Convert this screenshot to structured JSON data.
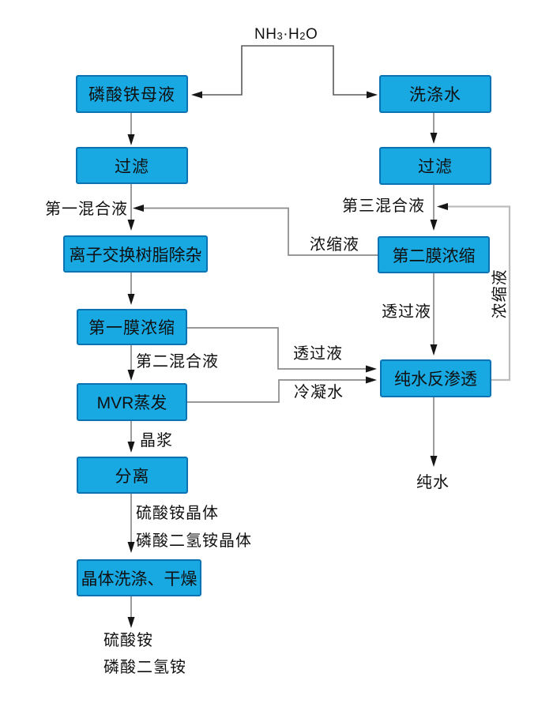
{
  "colors": {
    "background": "#ffffff",
    "box_fill": "#18a8e2",
    "box_border": "#0c73b2",
    "text": "#101010",
    "line": "#8a8a8a",
    "line_dark": "#5a5a5a",
    "line_light": "#bdbdbd",
    "arrow": "#161616"
  },
  "formula": {
    "prefix": "NH",
    "sub1": "3",
    "mid": "·H",
    "sub2": "2",
    "suffix": "O"
  },
  "boxes": {
    "fe_mother_liquor": "磷酸铁母液",
    "filter_left": "过滤",
    "ion_exchange": "离子交换树脂除杂",
    "membrane1": "第一膜浓缩",
    "mvr": "MVR蒸发",
    "separation": "分离",
    "crystal_wash_dry": "晶体洗涤、干燥",
    "wash_water": "洗涤水",
    "filter_right": "过滤",
    "membrane2": "第二膜浓缩",
    "ro": "纯水反渗透"
  },
  "labels": {
    "mix1": "第一混合液",
    "mix2": "第二混合液",
    "mix3": "第三混合液",
    "concentrate_left": "浓缩液",
    "concentrate_right": "浓缩液",
    "permeate_center": "透过液",
    "permeate_left": "透过液",
    "condensate": "冷凝水",
    "slurry": "晶浆",
    "ammonium_sulfate_crystal": "硫酸铵晶体",
    "monoammonium_phosphate_crystal": "磷酸二氢铵晶体",
    "ammonium_sulfate": "硫酸铵",
    "monoammonium_phosphate": "磷酸二氢铵",
    "pure_water": "纯水"
  }
}
